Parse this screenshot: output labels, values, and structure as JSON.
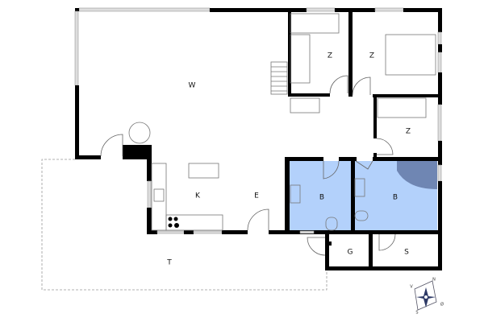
{
  "rooms": [
    {
      "label": "W"
    },
    {
      "label": "Z"
    },
    {
      "label": "Z"
    },
    {
      "label": "Z"
    },
    {
      "label": "K"
    },
    {
      "label": "E"
    },
    {
      "label": "B"
    },
    {
      "label": "B"
    },
    {
      "label": "G"
    },
    {
      "label": "S"
    },
    {
      "label": "T"
    }
  ],
  "compass": {
    "north": "N",
    "west": "V",
    "south": "S",
    "east": "Ø"
  },
  "colors": {
    "bathroom": "#b3d1fb",
    "shower": "#6f86b3",
    "wall": "#000000"
  }
}
